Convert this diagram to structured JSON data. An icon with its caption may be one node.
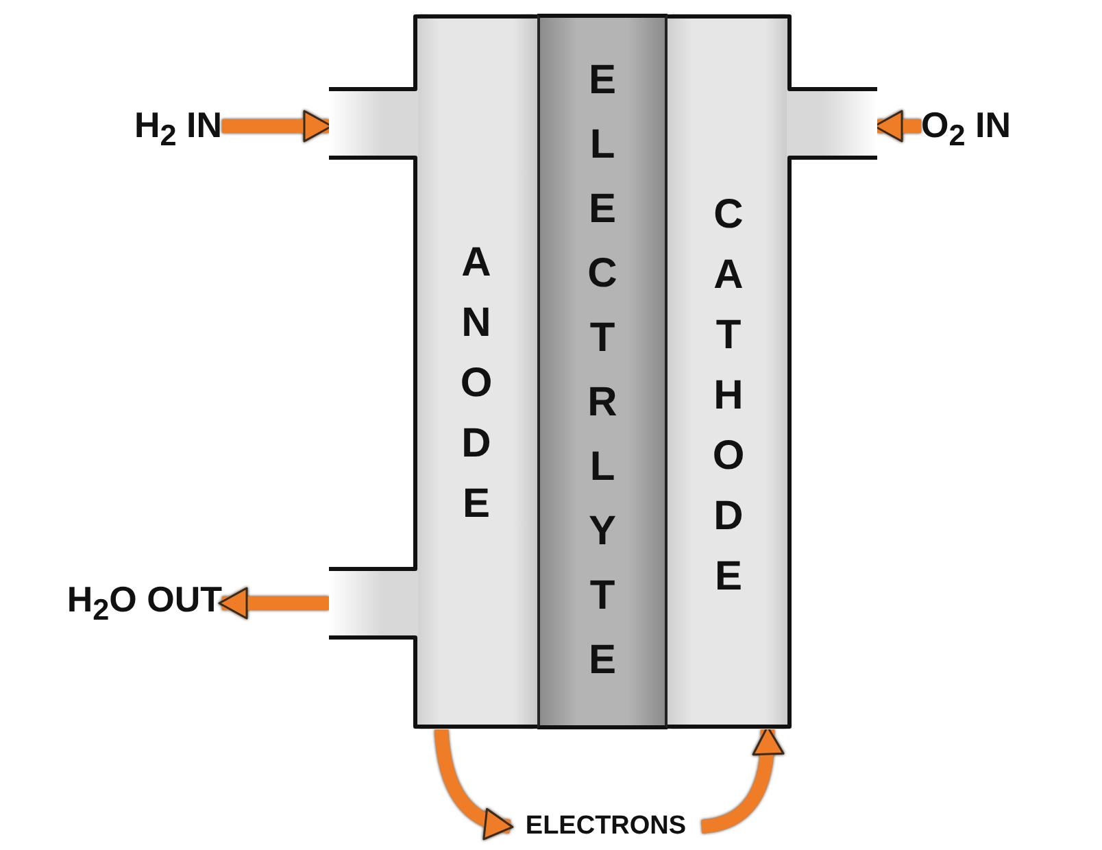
{
  "diagram": {
    "nodes": [
      {
        "text": [
          "H$_{2}$ IN"
        ]
      },
      {
        "text": [
          "O$_{2}$ IN"
        ]
      },
      {
        "text": [
          "H$_{2}$O OUT"
        ]
      },
      {
        "text": [
          "ELECTRONS"
        ]
      },
      {
        "text": [
          "ANODE"
        ]
      },
      {
        "text": [
          "ELECTRLYTE"
        ]
      },
      {
        "text": [
          "CATHODE"
        ]
      }
    ],
    "edges": [
      {
        "from": 0,
        "to": 4,
        "arrow": "to"
      },
      {
        "from": 1,
        "to": 6,
        "arrow": "to"
      },
      {
        "from": 4,
        "to": 2,
        "arrow": "to"
      },
      {
        "from": 4,
        "to": 3,
        "arrow": "to"
      },
      {
        "from": 3,
        "to": 6,
        "arrow": "to"
      }
    ]
  }
}
